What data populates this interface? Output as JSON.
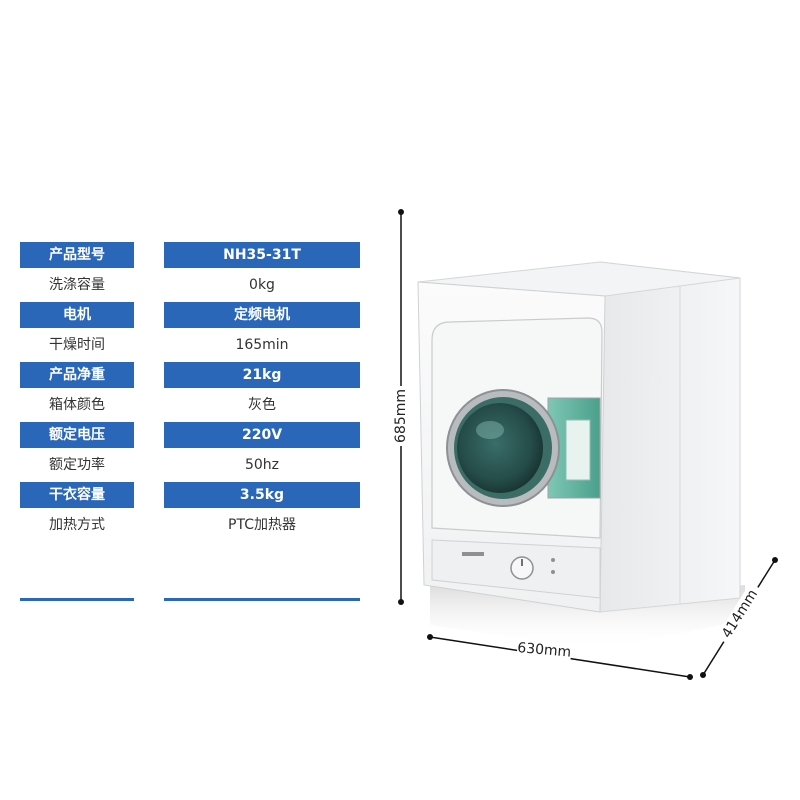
{
  "specs": [
    {
      "label": "产品型号",
      "value": "NH35-31T",
      "style": "dark"
    },
    {
      "label": "洗涤容量",
      "value": "0kg",
      "style": "light"
    },
    {
      "label": "电机",
      "value": "定频电机",
      "style": "dark"
    },
    {
      "label": "干燥时间",
      "value": "165min",
      "style": "light"
    },
    {
      "label": "产品净重",
      "value": "21kg",
      "style": "dark"
    },
    {
      "label": "箱体颜色",
      "value": "灰色",
      "style": "light"
    },
    {
      "label": "额定电压",
      "value": "220V",
      "style": "dark"
    },
    {
      "label": "额定功率",
      "value": "50hz",
      "style": "light"
    },
    {
      "label": "干衣容量",
      "value": "3.5kg",
      "style": "dark"
    },
    {
      "label": "加热方式",
      "value": "PTC加热器",
      "style": "light"
    }
  ],
  "dimensions": {
    "height": "685mm",
    "width": "630mm",
    "depth": "414mm"
  },
  "colors": {
    "accent": "#2a67b8",
    "window_tint": "#5fb2a0"
  }
}
